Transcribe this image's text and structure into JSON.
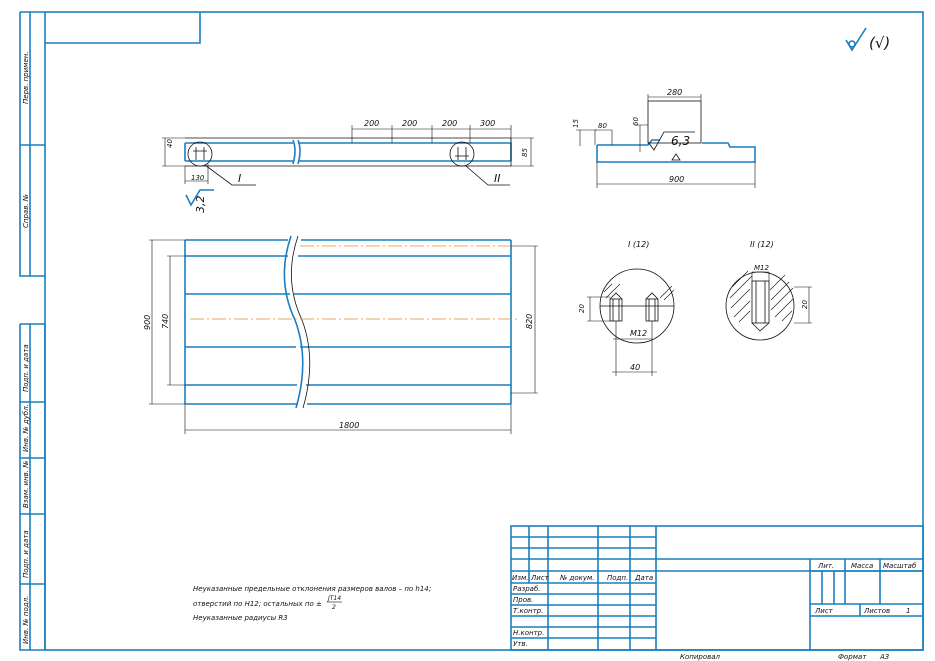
{
  "roughness": {
    "general": "",
    "bracket": "(√)",
    "surface_1": "3,2",
    "surface_2": "6,3"
  },
  "side_strip": [
    "Перв. примен.",
    "Справ. №",
    "Подп. и дата",
    "Инв. № дубл.",
    "Взам. инв. №",
    "Подп. и дата",
    "Инв. № подл."
  ],
  "side_view": {
    "dims": [
      "40",
      "130",
      "200",
      "200",
      "200",
      "300",
      "85"
    ],
    "callout_1": "I",
    "callout_2": "II"
  },
  "end_view": {
    "dims": [
      "15",
      "80",
      "60",
      "280",
      "900"
    ]
  },
  "plan_view": {
    "dims": [
      "900",
      "740",
      "820",
      "1800"
    ]
  },
  "detail_1": {
    "title": "I (12)",
    "dims": [
      "20",
      "M12",
      "40"
    ]
  },
  "detail_2": {
    "title": "II (12)",
    "dims": [
      "M12",
      "20"
    ]
  },
  "notes": {
    "line1": "Неуказанные предельные отклонения размеров валов – по h14;",
    "line2": "отверстий по H12; остальных по ±",
    "frac_num": "JT14",
    "frac_den": "2",
    "line3": "Неуказанные радиусы R3"
  },
  "title_block": {
    "header": [
      "Изм.",
      "Лист",
      "№ докум.",
      "Подп.",
      "Дата"
    ],
    "roles": [
      "Разраб.",
      "Пров.",
      "Т.контр.",
      "",
      "Н.контр.",
      "Утв."
    ],
    "lit": "Лит.",
    "mass": "Масса",
    "scale": "Масштаб",
    "sheet": "Лист",
    "sheets": "Листов",
    "sheets_count": "1"
  },
  "footer": {
    "copied": "Копировал",
    "format": "Формат",
    "format_value": "А3"
  }
}
